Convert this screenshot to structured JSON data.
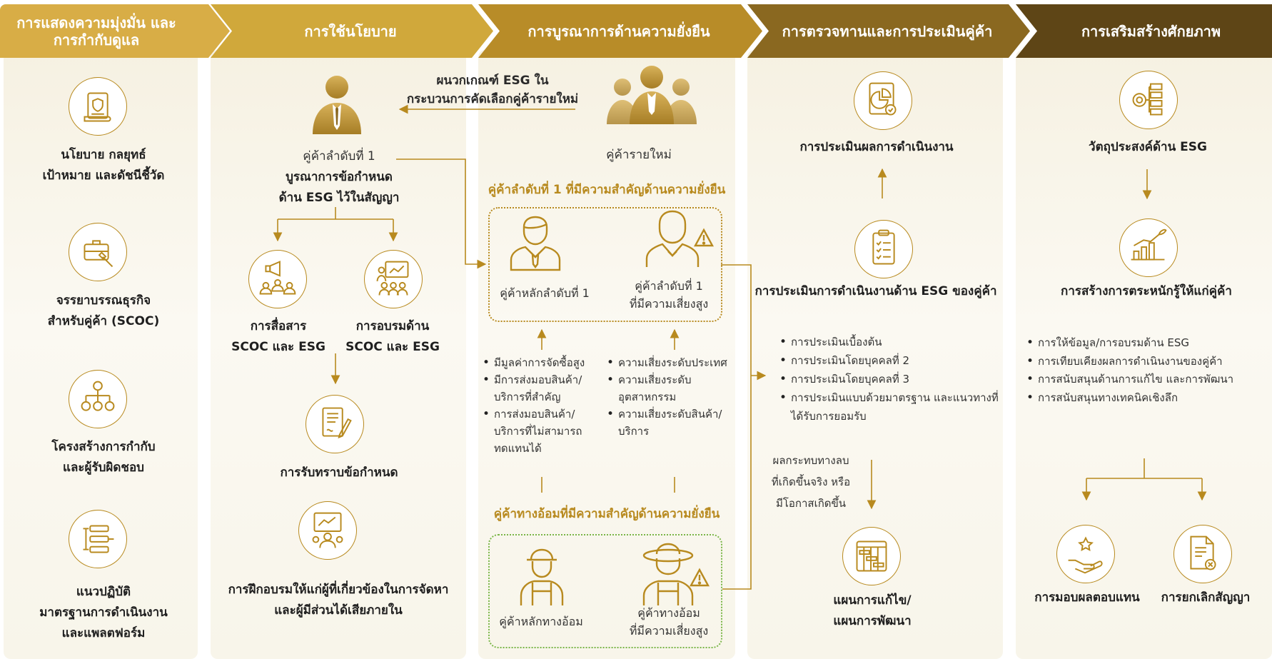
{
  "headers": [
    "การแสดงความมุ่งมั่น และการกำกับดูแล",
    "การใช้นโยบาย",
    "การบูรณาการด้านความยั่งยืน",
    "การตรวจทานและการประเมินคู่ค้า",
    "การเสริมสร้างศักยภาพ"
  ],
  "col1": {
    "items": [
      {
        "line1": "นโยบาย กลยุทธ์",
        "line2": "เป้าหมาย และดัชนีชี้วัด",
        "line3": "",
        "icon": "policy-document-icon"
      },
      {
        "line1": "จรรยาบรรณธุรกิจ",
        "line2": "สำหรับคู่ค้า (SCOC)",
        "line3": "",
        "icon": "briefcase-gavel-icon"
      },
      {
        "line1": "โครงสร้างการกำกับ",
        "line2": "และผู้รับผิดชอบ",
        "line3": "",
        "icon": "org-structure-icon"
      },
      {
        "line1": "แนวปฏิบัติ",
        "line2": "มาตรฐานการดำเนินงาน",
        "line3": "และแพลตฟอร์ม",
        "icon": "process-flow-icon"
      }
    ]
  },
  "col2": {
    "arrow_label_1": "ผนวกเกณฑ์ ESG ใน",
    "arrow_label_2": "กระบวนการคัดเลือกคู่ค้ารายใหม่",
    "tier1_label": "คู่ค้าลำดับที่ 1",
    "integrate_1": "บูรณาการข้อกำหนด",
    "integrate_2": "ด้าน ESG ไว้ในสัญญา",
    "comm_1": "การสื่อสาร",
    "comm_2": "SCOC และ ESG",
    "train_1": "การอบรมด้าน",
    "train_2": "SCOC และ ESG",
    "ack": "การรับทราบข้อกำหนด",
    "workshop_1": "การฝึกอบรมให้แก่ผู้ที่เกี่ยวข้องในการจัดหา",
    "workshop_2": "และผู้มีส่วนได้เสียภายใน"
  },
  "col3": {
    "new_supplier": "คู่ค้ารายใหม่",
    "critical_tier1_title": "คู่ค้าลำดับที่ 1 ที่มีความสำคัญด้านความยั่งยืน",
    "main_tier1": "คู่ค้าหลักลำดับที่ 1",
    "high_risk_tier1_1": "คู่ค้าลำดับที่ 1",
    "high_risk_tier1_2": "ที่มีความเสี่ยงสูง",
    "left_bullets": [
      "มีมูลค่าการจัดซื้อสูง",
      "มีการส่งมอบสินค้า/ บริการที่สำคัญ",
      "การส่งมอบสินค้า/ บริการที่ไม่สามารถ ทดแทนได้"
    ],
    "right_bullets": [
      "ความเสี่ยงระดับประเทศ",
      "ความเสี่ยงระดับ อุตสาหกรรม",
      "ความเสี่ยงระดับสินค้า/ บริการ"
    ],
    "critical_indirect_title": "คู่ค้าทางอ้อมที่มีความสำคัญด้านความยั่งยืน",
    "main_indirect": "คู่ค้าหลักทางอ้อม",
    "high_risk_indirect_1": "คู่ค้าทางอ้อม",
    "high_risk_indirect_2": "ที่มีความเสี่ยงสูง"
  },
  "col4": {
    "performance_eval": "การประเมินผลการดำเนินงาน",
    "esg_eval": "การประเมินการดำเนินงานด้าน ESG ของคู่ค้า",
    "bullets": [
      "การประเมินเบื้องต้น",
      "การประเมินโดยบุคคลที่ 2",
      "การประเมินโดยบุคคลที่ 3",
      "การประเมินแบบด้วยมาตรฐาน และแนวทางที่ได้รับการยอมรับ"
    ],
    "impact_1": "ผลกระทบทางลบ",
    "impact_2": "ที่เกิดขึ้นจริง หรือ",
    "impact_3": "มีโอกาสเกิดขึ้น",
    "plan_1": "แผนการแก้ไข/",
    "plan_2": "แผนการพัฒนา"
  },
  "col5": {
    "esg_objective": "วัตถุประสงค์ด้าน ESG",
    "awareness": "การสร้างการตระหนักรู้ให้แก่คู่ค้า",
    "bullets": [
      "การให้ข้อมูล/การอบรมด้าน ESG",
      "การเทียบเคียงผลการดำเนินงานของคู่ค้า",
      "การสนับสนุนด้านการแก้ไข และการพัฒนา",
      "การสนับสนุนทางเทคนิคเชิงลึก"
    ],
    "reward": "การมอบผลตอบแทน",
    "terminate": "การยกเลิกสัญญา"
  },
  "colors": {
    "gold": "#b88a1f",
    "green_dotted": "#7ab648"
  }
}
